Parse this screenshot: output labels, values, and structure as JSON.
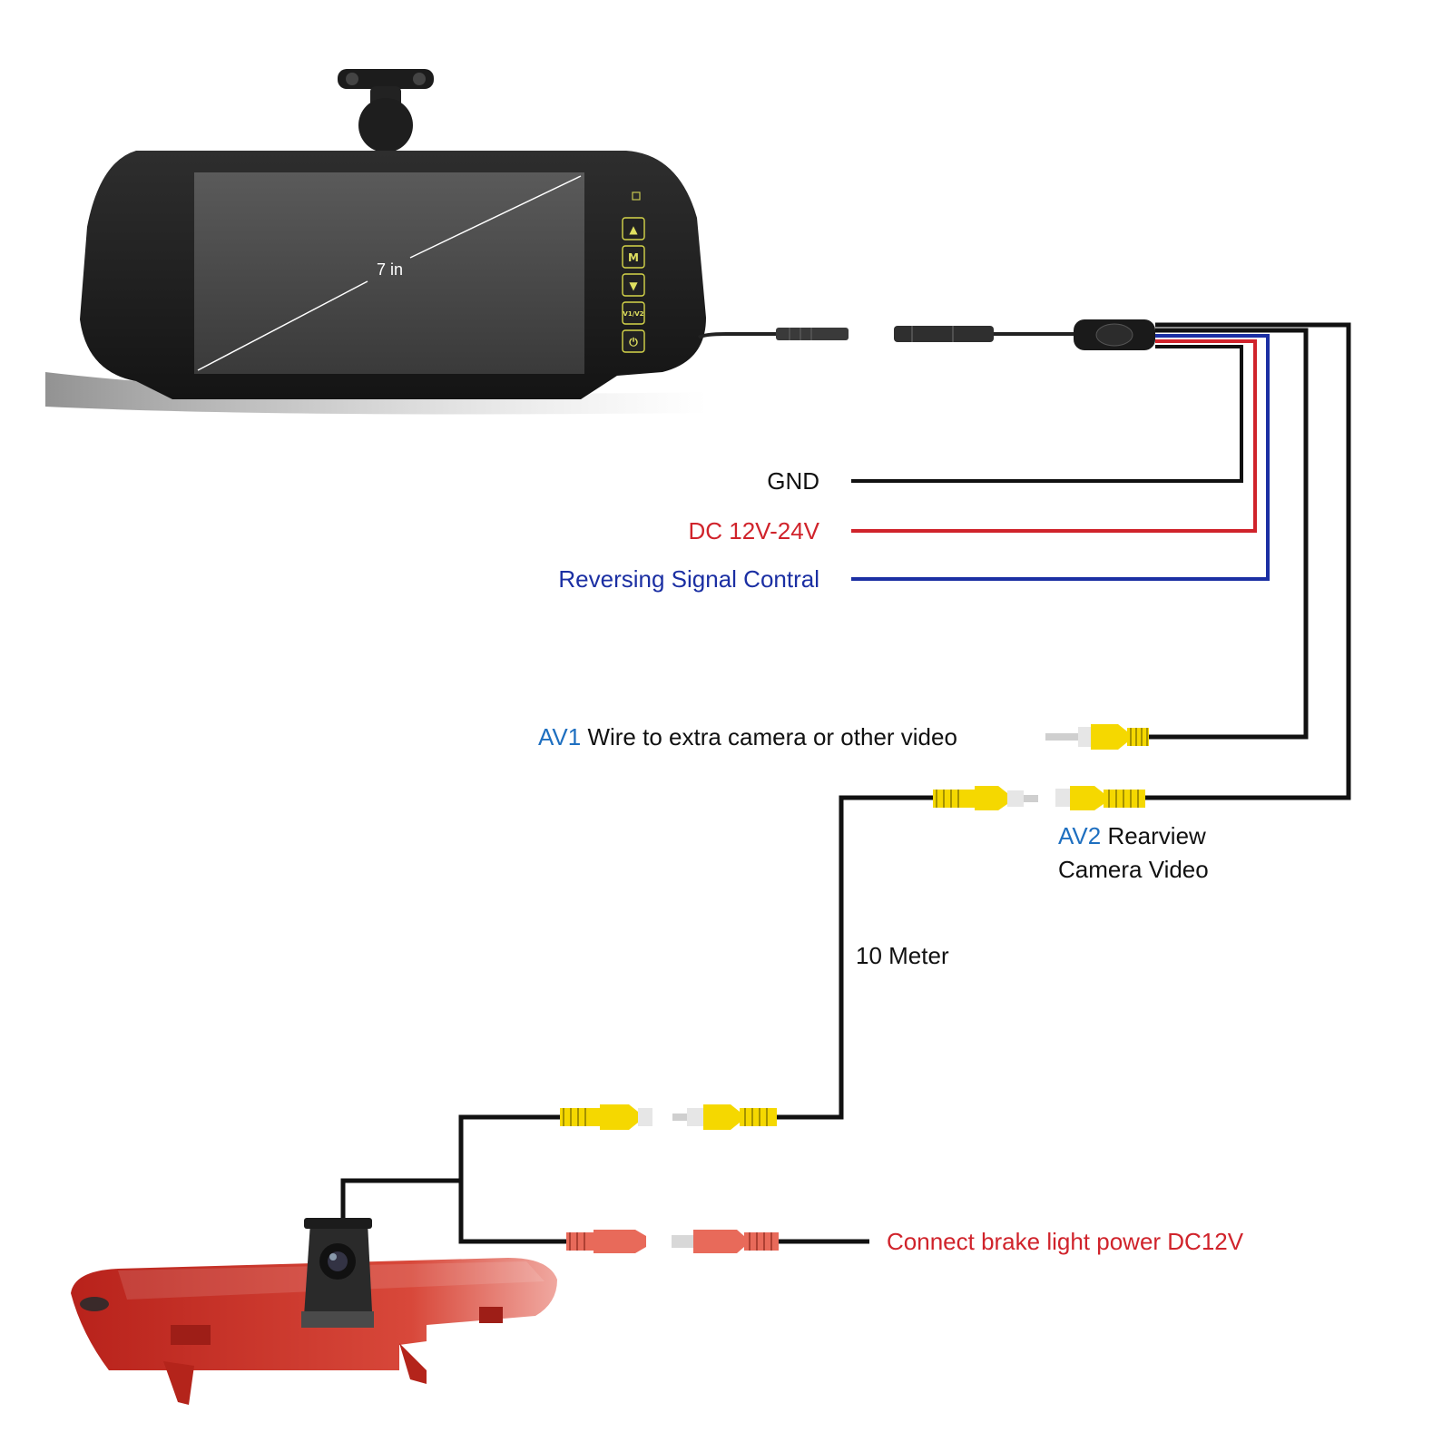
{
  "colors": {
    "gnd_wire": "#111111",
    "power_wire": "#d0232b",
    "signal_wire": "#1b2fa3",
    "av_label": "#1e6fc0",
    "red_label": "#d0232b",
    "blue_label": "#1b2fa3",
    "rca_yellow": "#f5d800",
    "rca_red": "#e86a5a",
    "brake_light": "#c8261e"
  },
  "monitor": {
    "screen_size_label": "7 in",
    "buttons": [
      {
        "icon": "up-arrow-icon",
        "glyph": "▲"
      },
      {
        "icon": "menu-icon",
        "glyph": "M"
      },
      {
        "icon": "down-arrow-icon",
        "glyph": "▼"
      },
      {
        "icon": "av-switch-icon",
        "glyph": "V1/V2"
      },
      {
        "icon": "power-icon",
        "glyph": "⏻"
      }
    ]
  },
  "labels": {
    "gnd": "GND",
    "dc": "DC 12V-24V",
    "reversing": "Reversing Signal Contral",
    "av1_tag": "AV1",
    "av1_desc": " Wire to extra camera or other video",
    "av2_tag": "AV2",
    "av2_desc_line1": " Rearview",
    "av2_desc_line2": "Camera Video",
    "cable_length": "10 Meter",
    "brake_power": "Connect brake light power DC12V"
  }
}
